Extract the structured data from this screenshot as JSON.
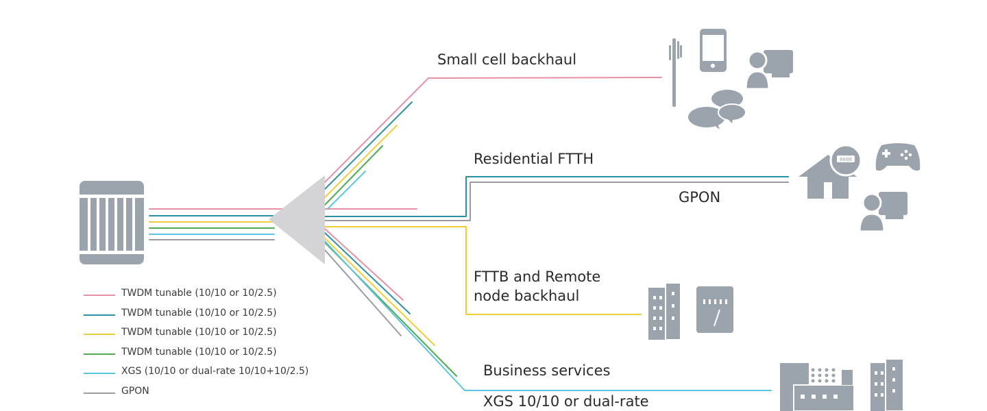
{
  "labels": {
    "small_cell": "Small cell backhaul",
    "residential": "Residential FTTH",
    "gpon": "GPON",
    "fttb_line1": "FTTB and Remote",
    "fttb_line2": "node backhaul",
    "business": "Business services",
    "xgs": "XGS 10/10 or dual-rate"
  },
  "legend": [
    {
      "label": "TWDM tunable (10/10 or 10/2.5)",
      "color": "#e88fa6"
    },
    {
      "label": "TWDM tunable (10/10 or 10/2.5)",
      "color": "#2d8fa5"
    },
    {
      "label": "TWDM tunable (10/10 or 10/2.5)",
      "color": "#f2cd3a"
    },
    {
      "label": "TWDM tunable (10/10 or 10/2.5)",
      "color": "#52a84f"
    },
    {
      "label": "XGS (10/10 or dual-rate 10/10+10/2.5)",
      "color": "#58c6df"
    },
    {
      "label": "GPON",
      "color": "#9a9aa6"
    }
  ],
  "colors": {
    "twdm_pink": "#e88fa6",
    "twdm_teal": "#2d8fa5",
    "twdm_yellow": "#f2cd3a",
    "twdm_green": "#52a84f",
    "xgs_cyan": "#58c6df",
    "gpon_gray": "#9a9aa6",
    "icon_gray": "#9ba3ad",
    "splitter_gray": "#d4d4d6"
  },
  "icons": {
    "olt": "olt-chassis-icon",
    "splitter": "optical-splitter-icon",
    "cell_tower": "cell-tower-icon",
    "smartphone": "smartphone-icon",
    "computer_user": "computer-user-icon",
    "chat": "chat-bubbles-icon",
    "house": "house-icon",
    "smart_meter": "smart-meter-icon",
    "gamepad": "gamepad-icon",
    "building": "building-icon",
    "cabinet": "remote-cabinet-icon",
    "factory": "factory-icon"
  }
}
